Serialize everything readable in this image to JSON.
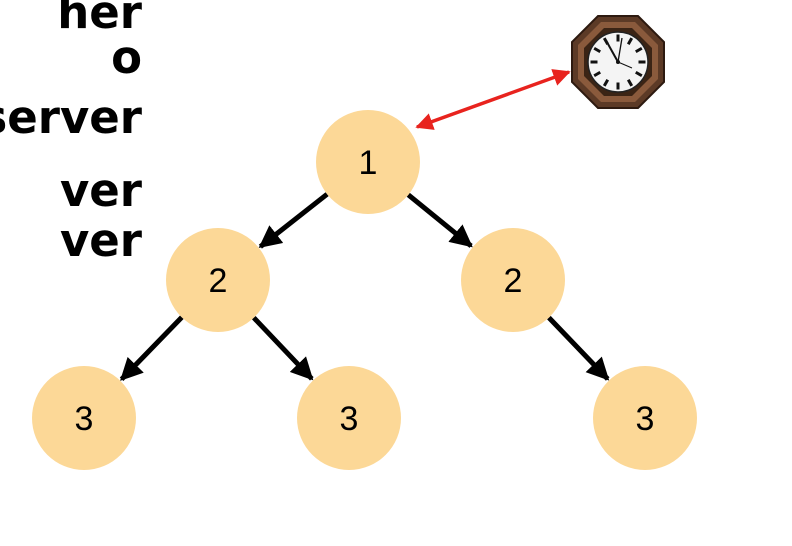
{
  "side_text": {
    "lines": [
      "her",
      "o",
      "server",
      "ver",
      "ver"
    ]
  },
  "colors": {
    "node_fill": "#fcd897",
    "tree_edge": "#000000",
    "sync_link": "#e8231e",
    "clock_case": "#6b4630",
    "clock_face": "#f4f4f4"
  },
  "clock": {
    "icon": "wall-clock-icon"
  },
  "nodes": [
    {
      "id": "root",
      "label": "1"
    },
    {
      "id": "level2-left",
      "label": "2"
    },
    {
      "id": "level2-right",
      "label": "2"
    },
    {
      "id": "level3-a",
      "label": "3"
    },
    {
      "id": "level3-b",
      "label": "3"
    },
    {
      "id": "level3-c",
      "label": "3"
    }
  ],
  "edges": [
    {
      "from": "root",
      "to": "level2-left"
    },
    {
      "from": "root",
      "to": "level2-right"
    },
    {
      "from": "level2-left",
      "to": "level3-a"
    },
    {
      "from": "level2-left",
      "to": "level3-b"
    },
    {
      "from": "level2-right",
      "to": "level3-c"
    }
  ],
  "sync_link": {
    "from": "clock",
    "to": "root",
    "bidirectional": true
  }
}
